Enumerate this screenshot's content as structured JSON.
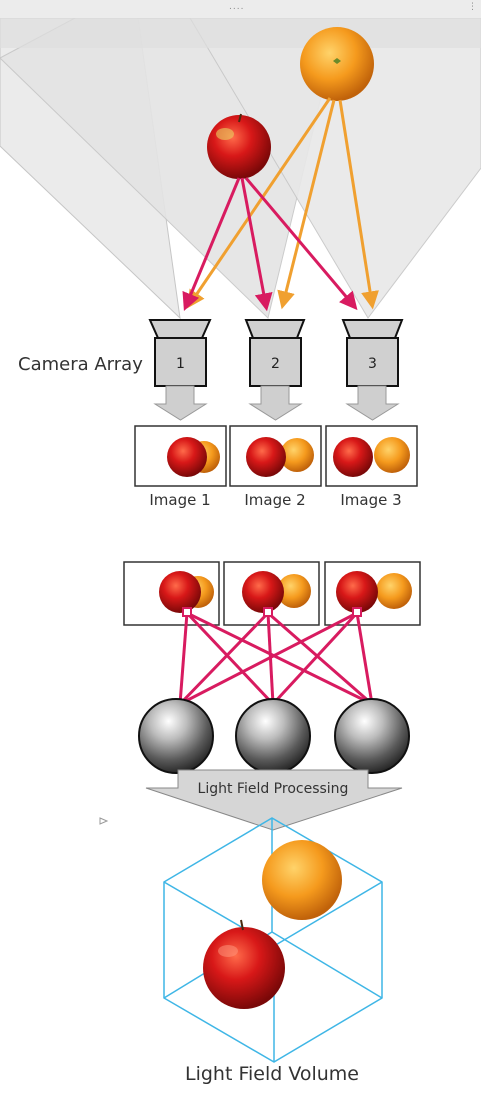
{
  "labels": {
    "camera_array": "Camera Array",
    "cameras": [
      "1",
      "2",
      "3"
    ],
    "images": [
      "Image 1",
      "Image 2",
      "Image 3"
    ],
    "processing": "Light Field Processing",
    "volume": "Light Field Volume"
  },
  "colors": {
    "apple_ray": "#d81b60",
    "orange_ray": "#f0a030",
    "match_lines": "#d81b60",
    "volume_edges": "#3fb6e6",
    "camera_fill": "#d0d0d0",
    "frustum": "#e6e6e6"
  },
  "icons": {
    "window_handle": "drag-handle-dots",
    "window_menu": "window-menu-dots"
  }
}
